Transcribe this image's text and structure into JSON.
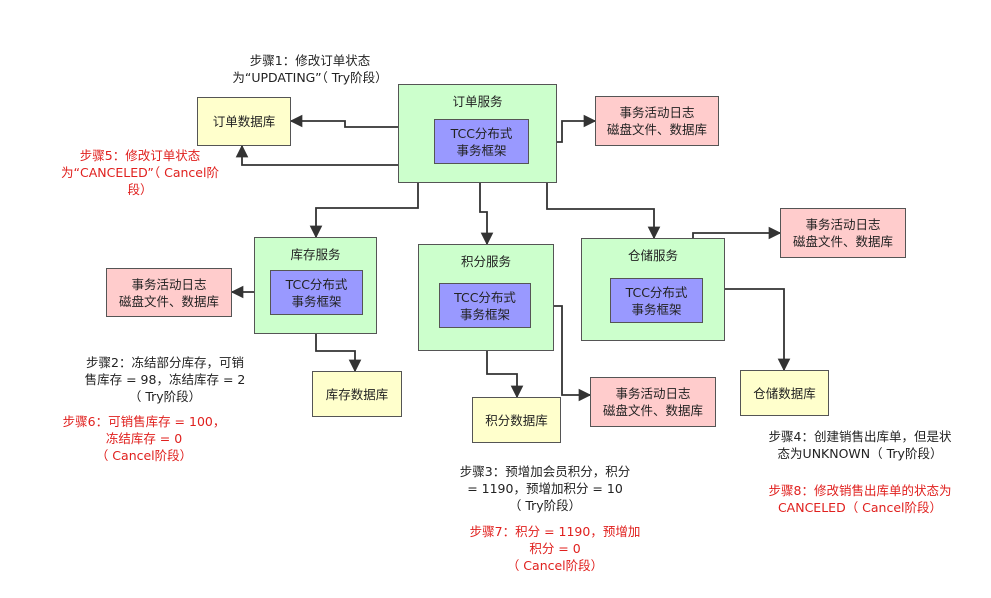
{
  "colors": {
    "service": "#ccffcc",
    "tcc": "#9999ff",
    "log": "#ffcccc",
    "db": "#ffffcc",
    "step_try": "#222222",
    "step_cancel": "#e0201e"
  },
  "order": {
    "service": "订单服务",
    "tcc": [
      "TCC分布式",
      "事务框架"
    ],
    "db": "订单数据库",
    "log": [
      "事务活动日志",
      "磁盘文件、数据库"
    ]
  },
  "inventory": {
    "service": "库存服务",
    "tcc": [
      "TCC分布式",
      "事务框架"
    ],
    "db": "库存数据库",
    "log": [
      "事务活动日志",
      "磁盘文件、数据库"
    ]
  },
  "points": {
    "service": "积分服务",
    "tcc": [
      "TCC分布式",
      "事务框架"
    ],
    "db": "积分数据库",
    "log": [
      "事务活动日志",
      "磁盘文件、数据库"
    ]
  },
  "warehouse": {
    "service": "仓储服务",
    "tcc": [
      "TCC分布式",
      "事务框架"
    ],
    "db": "仓储数据库",
    "log": [
      "事务活动日志",
      "磁盘文件、数据库"
    ]
  },
  "steps": {
    "step1": [
      "步骤1：修改订单状态",
      "为“UPDATING”（ Try阶段）"
    ],
    "step5": [
      "步骤5：修改订单状态",
      "为“CANCELED”（ Cancel阶",
      "段）"
    ],
    "step2": [
      "步骤2：冻结部分库存，可销",
      "售库存 = 98，冻结库存 = 2",
      "（ Try阶段）"
    ],
    "step6": [
      "步骤6：可销售库存 = 100，",
      "冻结库存 = 0",
      "（ Cancel阶段）"
    ],
    "step3": [
      "步骤3：预增加会员积分，积分",
      "= 1190，预增加积分 = 10",
      "（ Try阶段）"
    ],
    "step7": [
      "步骤7：积分 = 1190，预增加",
      "积分 = 0",
      "（ Cancel阶段）"
    ],
    "step4": [
      "步骤4：创建销售出库单，但是状",
      "态为UNKNOWN（ Try阶段）"
    ],
    "step8": [
      "步骤8：修改销售出库单的状态为",
      "CANCELED（ Cancel阶段）"
    ]
  }
}
